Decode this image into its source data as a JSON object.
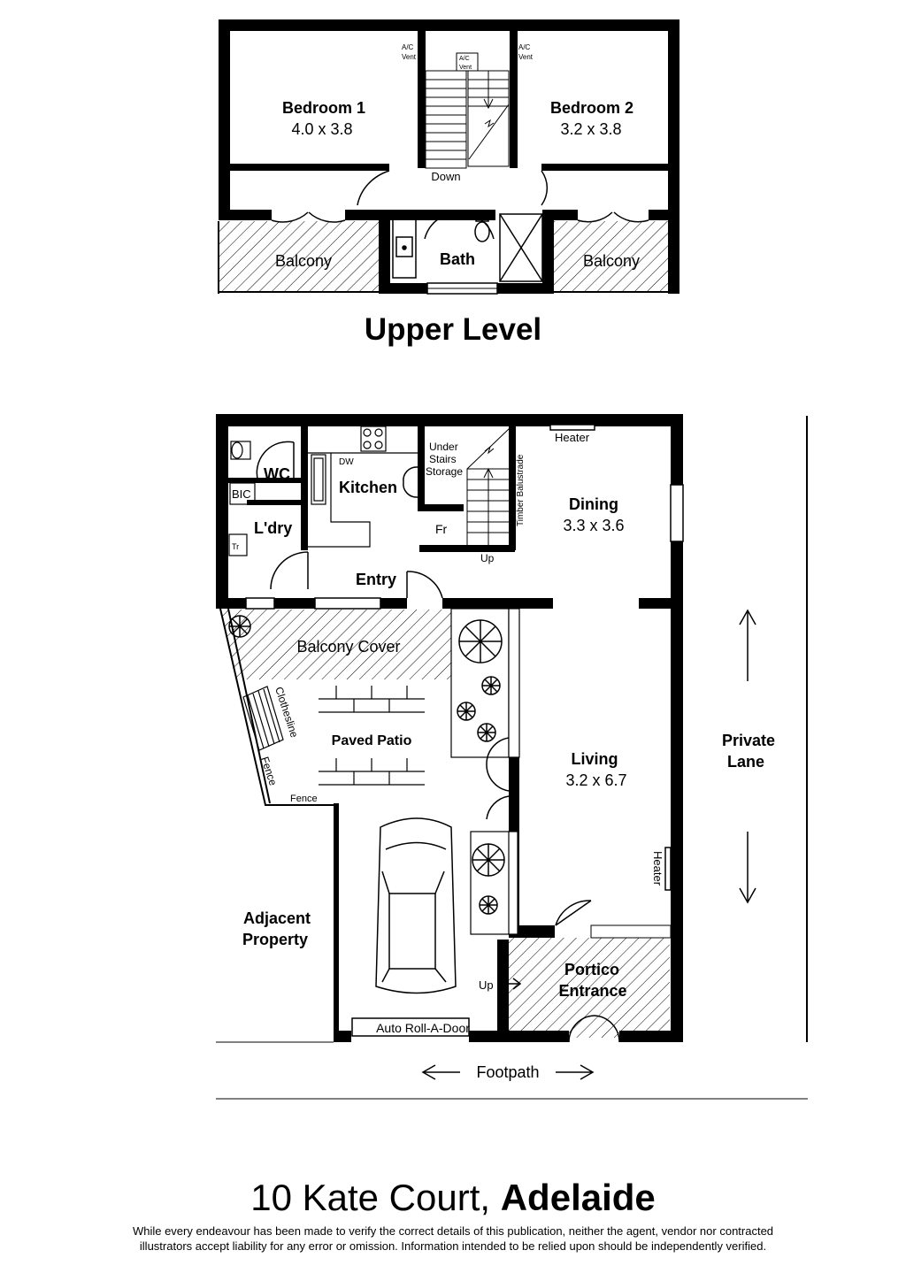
{
  "upper": {
    "title": "Upper Level",
    "bedroom1": {
      "name": "Bedroom 1",
      "size": "4.0 x 3.8"
    },
    "bedroom2": {
      "name": "Bedroom 2",
      "size": "3.2 x 3.8"
    },
    "bath": "Bath",
    "balcony_left": "Balcony",
    "balcony_right": "Balcony",
    "down": "Down",
    "ac_vent_left": [
      "A/C",
      "Vent"
    ],
    "ac_vent_right": [
      "A/C",
      "Vent"
    ],
    "ac_vent_center": [
      "A/C",
      "Vent"
    ]
  },
  "lower": {
    "wc": "WC",
    "bic": "BIC",
    "laundry": "L'dry",
    "tr": "Tr",
    "dw": "DW",
    "kitchen": "Kitchen",
    "under_stairs": [
      "Under",
      "Stairs",
      "Storage"
    ],
    "fr": "Fr",
    "up_stairs": "Up",
    "timber_balustrade": "Timber Balustrade",
    "heater_top": "Heater",
    "dining": {
      "name": "Dining",
      "size": "3.3 x 3.6"
    },
    "entry": "Entry",
    "balcony_cover": "Balcony Cover",
    "clothesline": "Clothesline",
    "fence_side": "Fence",
    "fence_bottom": "Fence",
    "paved_patio": "Paved Patio",
    "living": {
      "name": "Living",
      "size": "3.2 x 6.7"
    },
    "heater_side": "Heater",
    "adjacent_property": [
      "Adjacent",
      "Property"
    ],
    "up_portico": "Up",
    "portico": [
      "Portico",
      "Entrance"
    ],
    "garage_door": "Auto Roll-A-Door",
    "private_lane": [
      "Private",
      "Lane"
    ],
    "footpath": "Footpath"
  },
  "footer": {
    "address_street": "10 Kate Court, ",
    "address_city": "Adelaide",
    "disclaimer_line1": "While every endeavour has been made to verify the correct details of this publication, neither the agent, vendor nor contracted",
    "disclaimer_line2": "illustrators accept liability for any error or omission. Information intended to be relied upon should be independently verified."
  }
}
